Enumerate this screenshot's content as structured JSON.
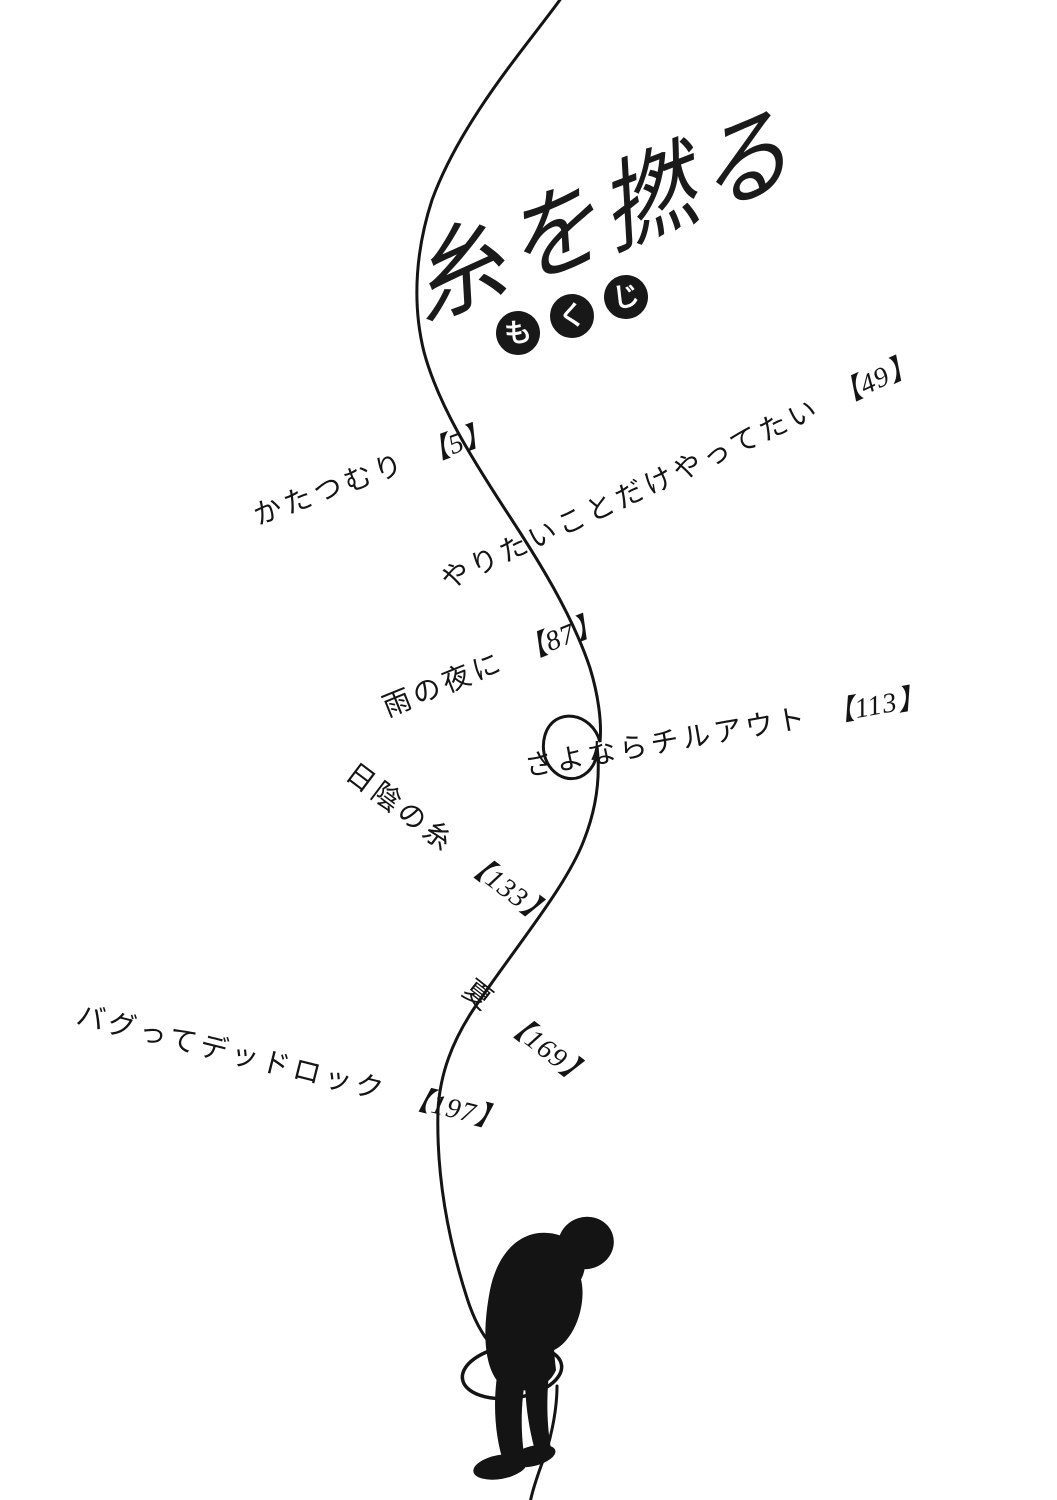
{
  "page": {
    "background_color": "#ffffff",
    "ink_color": "#141414"
  },
  "title": {
    "text": "糸を撚る",
    "toc_label": "もくじ",
    "toc_label_chars": [
      "も",
      "く",
      "じ"
    ]
  },
  "chapters": [
    {
      "title": "かたつむり",
      "page": "5",
      "page_label": "【5】"
    },
    {
      "title": "やりたいことだけやってたい",
      "page": "49",
      "page_label": "【49】"
    },
    {
      "title": "雨の夜に",
      "page": "87",
      "page_label": "【87】"
    },
    {
      "title": "さよならチルアウト",
      "page": "113",
      "page_label": "【113】"
    },
    {
      "title": "日陰の糸",
      "page": "133",
      "page_label": "【133】"
    },
    {
      "title": "夏",
      "page": "169",
      "page_label": "【169】"
    },
    {
      "title": "バグってデッドロック",
      "page": "197",
      "page_label": "【197】"
    }
  ],
  "illustration": {
    "thread": "winding-thread-line-with-loops",
    "figure": "bowing-person-silhouette"
  }
}
